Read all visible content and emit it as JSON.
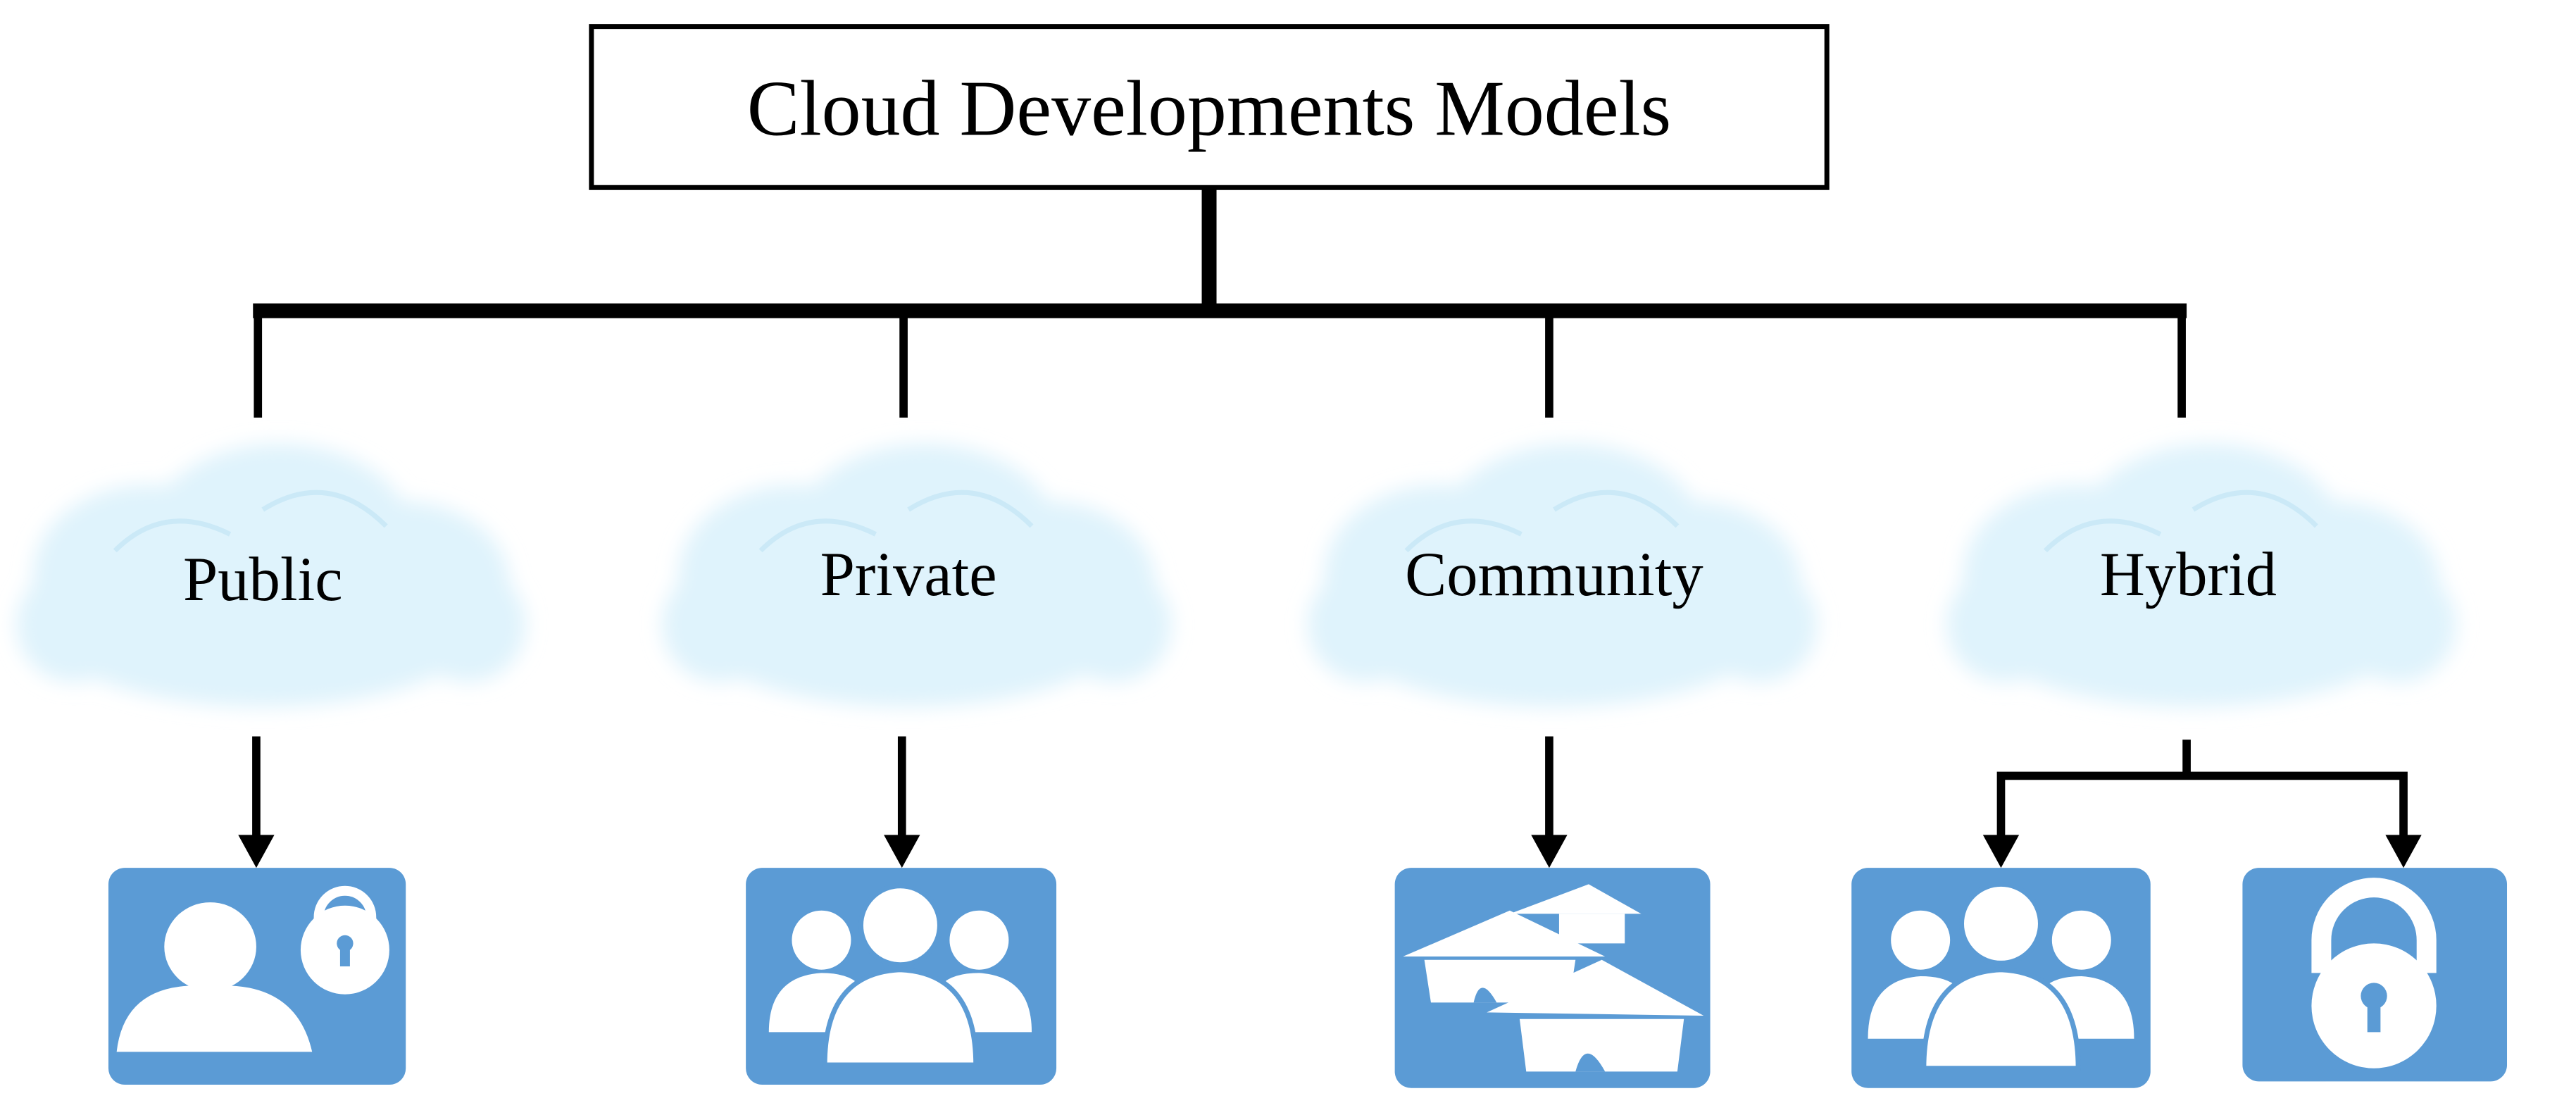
{
  "title": "Cloud Developments Models",
  "models": [
    {
      "label": "Public",
      "icons": [
        "user-lock-icon"
      ]
    },
    {
      "label": "Private",
      "icons": [
        "group-icon"
      ]
    },
    {
      "label": "Community",
      "icons": [
        "houses-icon"
      ]
    },
    {
      "label": "Hybrid",
      "icons": [
        "group-icon",
        "lock-icon"
      ]
    }
  ],
  "colors": {
    "tile": "#5b9bd5",
    "cloud": "#dff3fc",
    "cloud_edge": "#eef9fe",
    "line": "#000000",
    "glyph": "#ffffff"
  }
}
